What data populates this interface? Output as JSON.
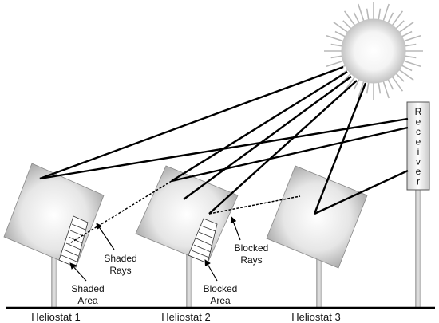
{
  "labels": {
    "heliostat_1": "Heliostat 1",
    "heliostat_2": "Heliostat 2",
    "heliostat_3": "Heliostat 3",
    "receiver_letters": [
      "R",
      "e",
      "c",
      "e",
      "i",
      "v",
      "e",
      "r"
    ],
    "shaded_rays": [
      "Shaded",
      "Rays"
    ],
    "shaded_area": [
      "Shaded",
      "Area"
    ],
    "blocked_rays": [
      "Blocked",
      "Rays"
    ],
    "blocked_area": [
      "Blocked",
      "Area"
    ]
  },
  "colors": {
    "mirror_center": "#ffffff",
    "mirror_edge": "#9a9a9a",
    "pole": "#c8c8c8",
    "ray": "#000000",
    "sun_glow": "#b8b8b8"
  }
}
